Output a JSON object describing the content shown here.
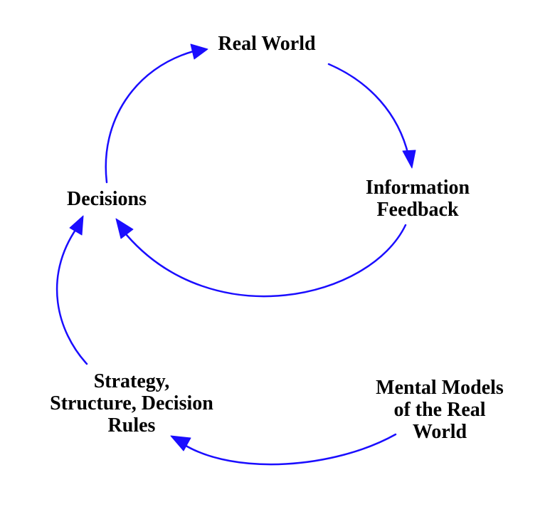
{
  "diagram": {
    "link_color": "#1a0dff",
    "nodes": {
      "real_world": {
        "lines": [
          "Real World"
        ]
      },
      "decisions": {
        "lines": [
          "Decisions"
        ]
      },
      "information_feedback": {
        "lines": [
          "Information",
          "Feedback"
        ]
      },
      "strategy": {
        "lines": [
          "Strategy,",
          "Structure, Decision",
          "Rules"
        ]
      },
      "mental_models": {
        "lines": [
          "Mental Models",
          "of the Real",
          "World"
        ]
      }
    },
    "links": [
      {
        "from": "decisions",
        "to": "real_world"
      },
      {
        "from": "real_world",
        "to": "information_feedback"
      },
      {
        "from": "information_feedback",
        "to": "decisions"
      },
      {
        "from": "strategy",
        "to": "decisions"
      },
      {
        "from": "mental_models",
        "to": "strategy"
      }
    ]
  }
}
